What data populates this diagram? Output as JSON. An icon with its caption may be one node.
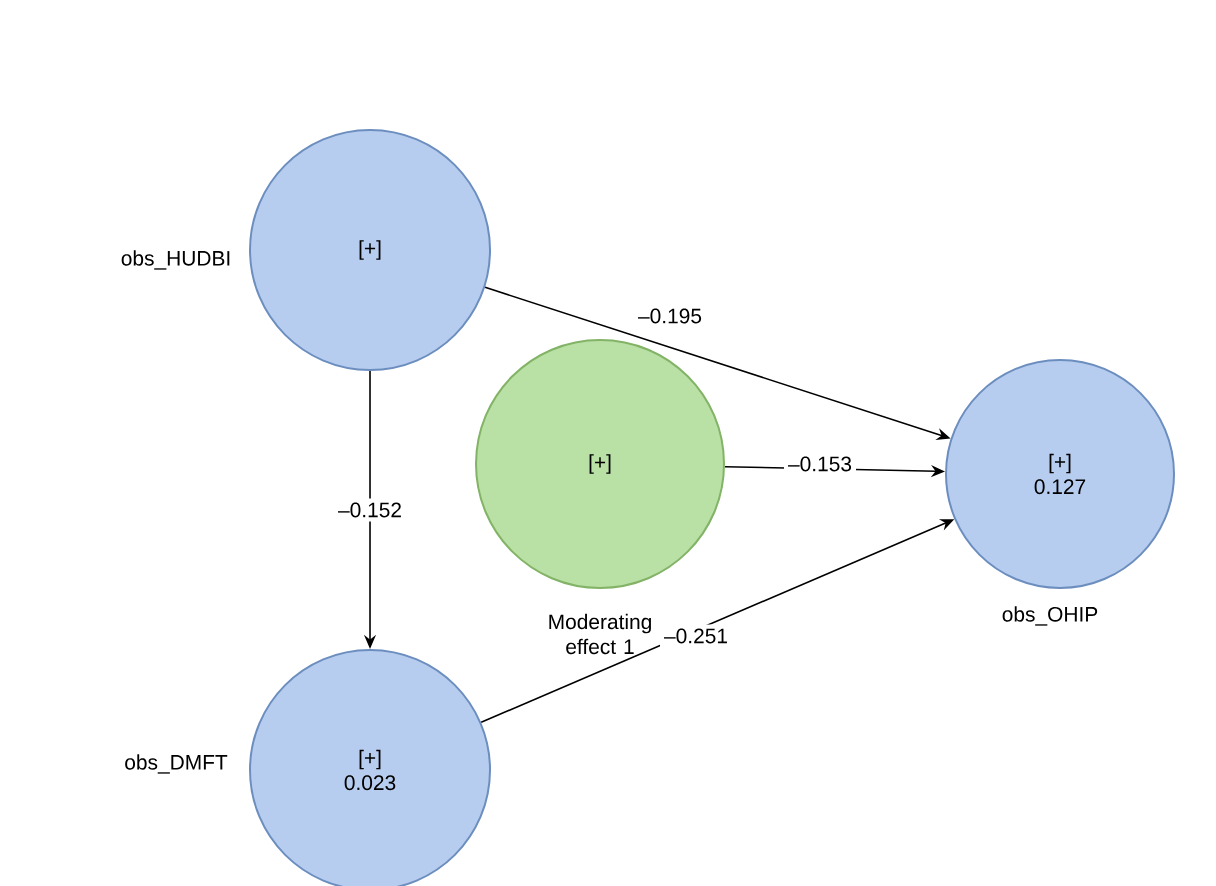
{
  "diagram": {
    "nodes": [
      {
        "text": [
          "[+]"
        ],
        "beside": [
          "obs_HUDBI"
        ]
      },
      {
        "text": [
          "[+]"
        ],
        "beside": [
          "Moderating effect 1"
        ]
      },
      {
        "text": [
          "[+]",
          "0.127"
        ],
        "beside": [
          "obs_OHIP"
        ]
      },
      {
        "text": [
          "[+]",
          "0.023"
        ],
        "beside": [
          "obs_DMFT"
        ]
      }
    ],
    "edges": [
      {
        "from": 0,
        "to": 2,
        "arrow": "to",
        "label": "–0.195"
      },
      {
        "from": 1,
        "to": 2,
        "arrow": "to",
        "label": "–0.153"
      },
      {
        "from": 3,
        "to": 2,
        "arrow": "to",
        "label": "–0.251"
      },
      {
        "from": 0,
        "to": 3,
        "arrow": "to",
        "label": "–0.152"
      }
    ]
  }
}
